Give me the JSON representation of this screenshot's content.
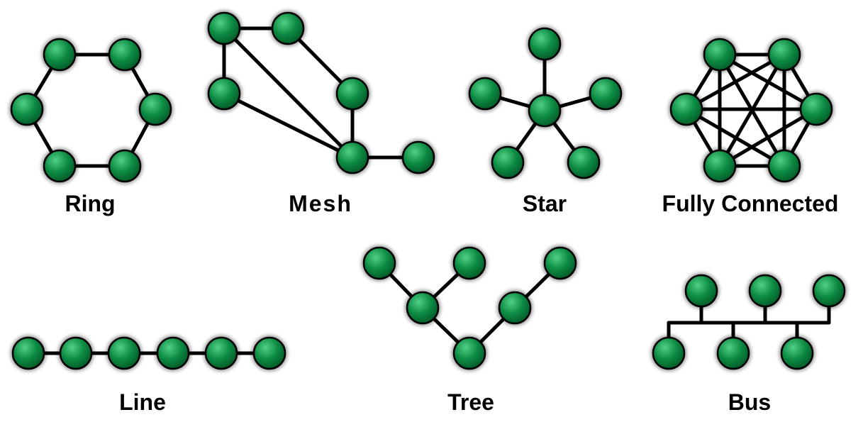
{
  "colors": {
    "node_fill": "#0c8a43",
    "node_highlight": "#4fd184",
    "node_shade": "#045c28",
    "edge": "#000000",
    "label": "#000000"
  },
  "topologies": [
    {
      "id": "ring",
      "label": "Ring",
      "edges": [
        [
          0,
          1
        ],
        [
          1,
          2
        ],
        [
          2,
          3
        ],
        [
          3,
          4
        ],
        [
          4,
          5
        ],
        [
          5,
          0
        ]
      ]
    },
    {
      "id": "mesh",
      "label": "Mesh",
      "edges": [
        [
          0,
          1
        ],
        [
          0,
          2
        ],
        [
          0,
          3
        ],
        [
          1,
          4
        ],
        [
          4,
          3
        ],
        [
          2,
          3
        ],
        [
          3,
          5
        ]
      ]
    },
    {
      "id": "star",
      "label": "Star",
      "edges": [
        [
          0,
          1
        ],
        [
          0,
          2
        ],
        [
          0,
          3
        ],
        [
          0,
          4
        ],
        [
          0,
          5
        ]
      ]
    },
    {
      "id": "fully-connected",
      "label": "Fully Connected",
      "edges": "all"
    },
    {
      "id": "line",
      "label": "Line",
      "edges": [
        [
          0,
          1
        ],
        [
          1,
          2
        ],
        [
          2,
          3
        ],
        [
          3,
          4
        ],
        [
          4,
          5
        ]
      ]
    },
    {
      "id": "tree",
      "label": "Tree",
      "edges": [
        [
          0,
          1
        ],
        [
          2,
          1
        ],
        [
          1,
          3
        ],
        [
          3,
          4
        ],
        [
          4,
          5
        ]
      ]
    },
    {
      "id": "bus",
      "label": "Bus",
      "edges": "bus"
    }
  ]
}
